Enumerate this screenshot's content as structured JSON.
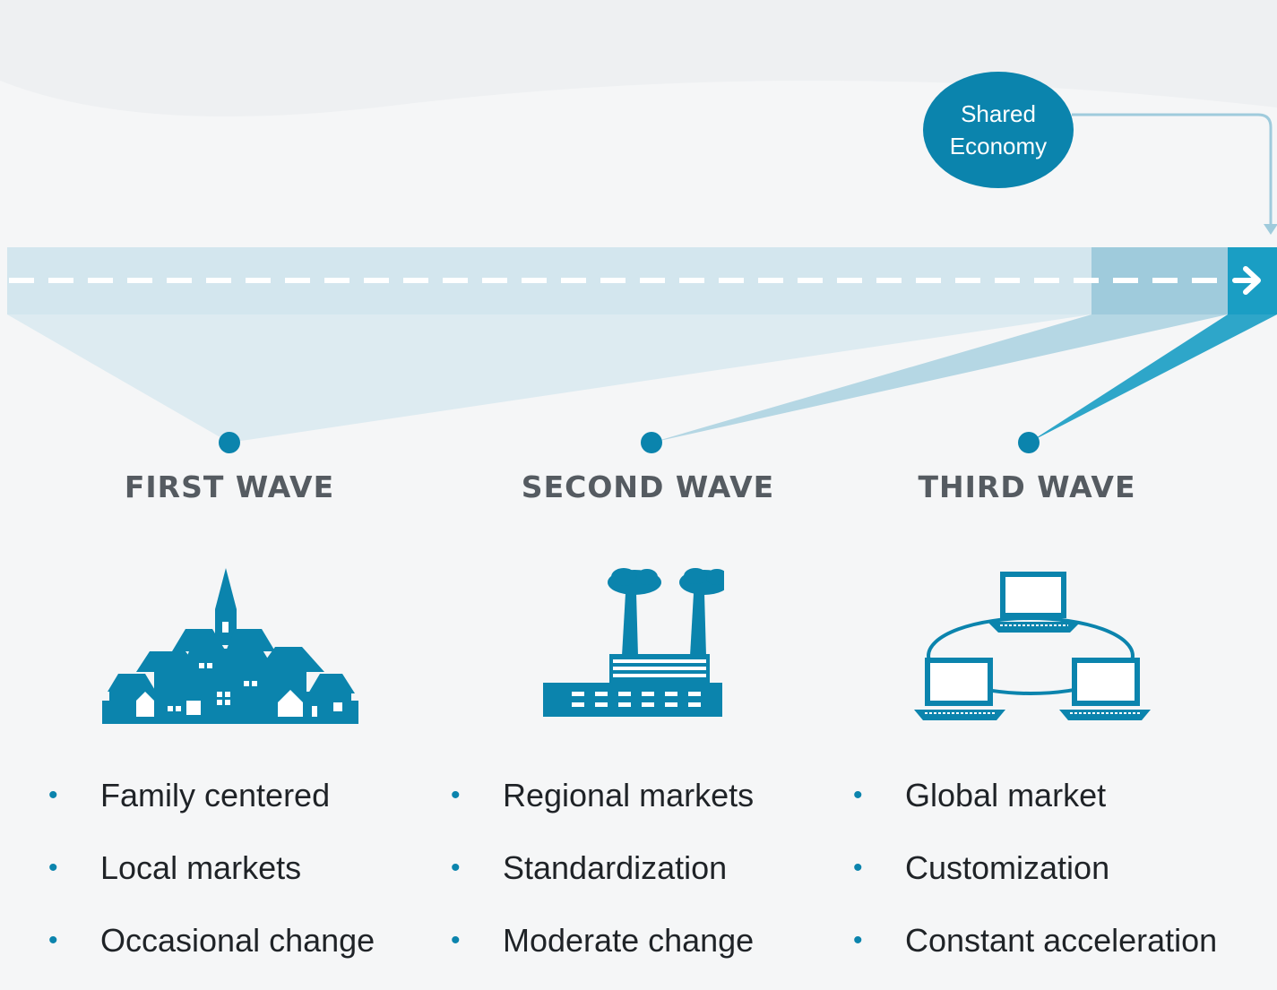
{
  "callout": {
    "line1": "Shared",
    "line2": "Economy"
  },
  "colors": {
    "accent": "#0b84ad",
    "band_light": "#d3e6ee",
    "band_mid": "#9fcbdc",
    "band_dark": "#1a9ec4",
    "title": "#555b61",
    "text": "#1f2327"
  },
  "waves": [
    {
      "title": "FIRST WAVE",
      "icon": "village-icon",
      "bullets": [
        "Family centered",
        "Local markets",
        "Occasional change"
      ]
    },
    {
      "title": "SECOND WAVE",
      "icon": "factory-icon",
      "bullets": [
        "Regional markets",
        "Standardization",
        "Moderate change"
      ]
    },
    {
      "title": "THIRD WAVE",
      "icon": "network-laptops-icon",
      "bullets": [
        "Global market",
        "Customization",
        "Constant acceleration"
      ]
    }
  ]
}
